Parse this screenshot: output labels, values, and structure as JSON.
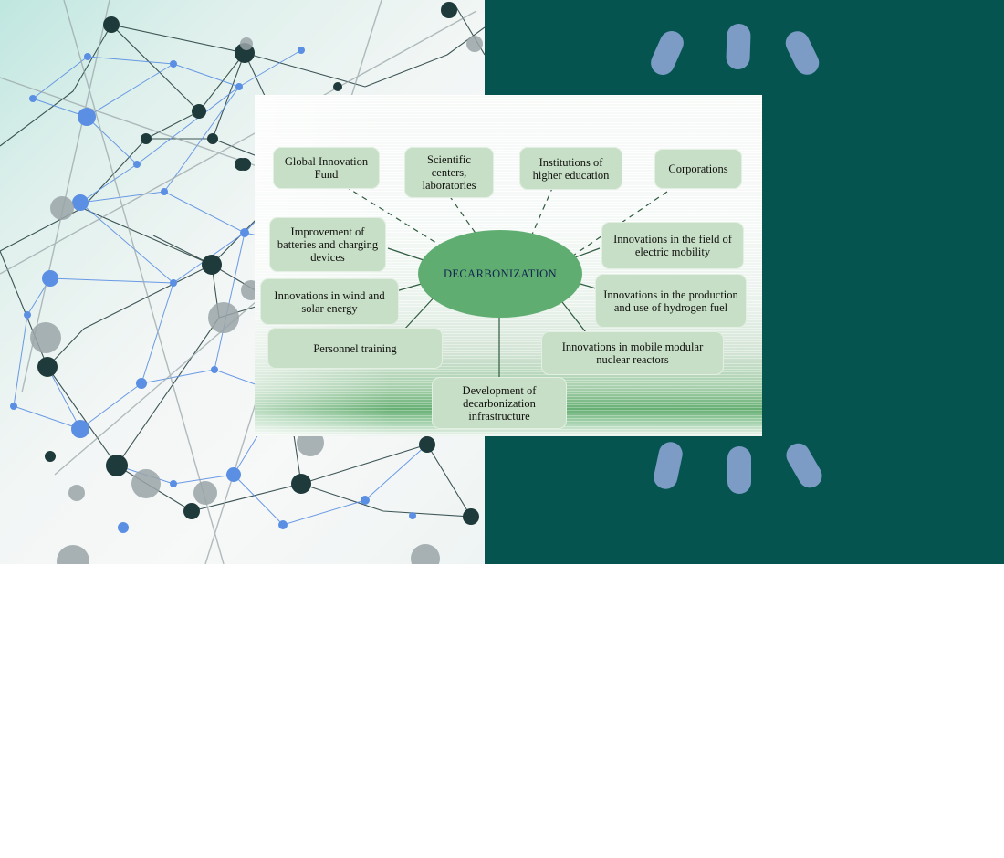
{
  "slide": {
    "background_image_name": "network-graph-illustration",
    "panel_color": "#065450",
    "card_color": "#f4f7f5"
  },
  "palette": {
    "teal_panel": "#065450",
    "capsule_blue": "#7c9cc6",
    "node_box_fill": "#c6dfc6",
    "center_ellipse_fill": "#5fad70",
    "center_text_color": "#13254f",
    "connector_color": "#2f5b3f",
    "network_node_blue": "#5b8fe3",
    "network_node_dark": "#1e3a3a",
    "network_node_gray": "#9aa5a8"
  },
  "diagram": {
    "center": {
      "label": "DECARBONIZATION"
    },
    "actors": [
      {
        "id": "global-innovation-fund",
        "label": "Global Innovation Fund",
        "link": "dashed"
      },
      {
        "id": "scientific-centers-laboratories",
        "label": "Scientific centers, laboratories",
        "link": "dashed"
      },
      {
        "id": "institutions-of-higher-education",
        "label": "Institutions of higher education",
        "link": "dashed"
      },
      {
        "id": "corporations",
        "label": "Corporations",
        "link": "dashed"
      }
    ],
    "directions": [
      {
        "id": "improvement-of-batteries-and-charging-devices",
        "label": "Improvement of batteries and charging devices",
        "link": "solid"
      },
      {
        "id": "innovations-in-wind-and-solar-energy",
        "label": "Innovations in wind and solar energy",
        "link": "solid"
      },
      {
        "id": "personnel-training",
        "label": "Personnel training",
        "link": "solid"
      },
      {
        "id": "innovations-in-the-field-of-electric-mobility",
        "label": "Innovations in the field of electric mobility",
        "link": "solid"
      },
      {
        "id": "innovations-in-the-production-and-use-of-hydrogen-fuel",
        "label": "Innovations in the production and use of hydrogen fuel",
        "link": "solid"
      },
      {
        "id": "innovations-in-mobile-modular-nuclear-reactors",
        "label": "Innovations in mobile modular nuclear reactors",
        "link": "solid"
      },
      {
        "id": "development-of-decarbonization-infrastructure",
        "label": "Development of decarbonization infrastructure",
        "link": "solid"
      }
    ]
  },
  "decorations": {
    "capsules_top": [
      "capsule-shape",
      "capsule-shape",
      "capsule-shape"
    ],
    "capsules_bottom": [
      "capsule-shape",
      "capsule-shape",
      "capsule-shape"
    ]
  }
}
